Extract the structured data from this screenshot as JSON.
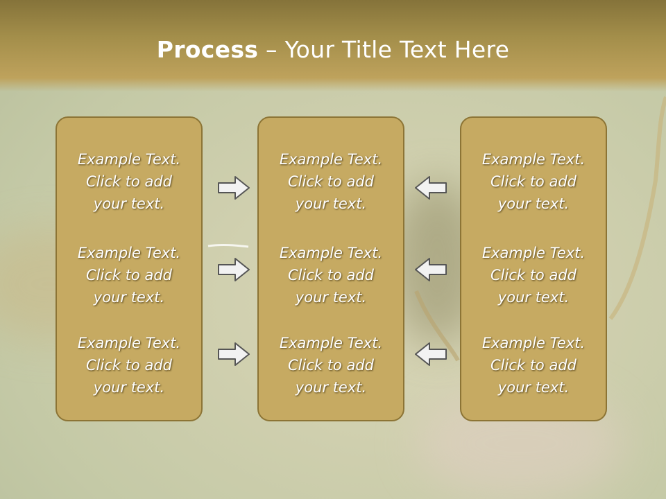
{
  "title": {
    "bold": "Process",
    "rest": " – Your Title Text Here"
  },
  "columns": [
    {
      "items": [
        "Example Text.\nClick  to add\nyour text.",
        "Example Text.\nClick  to add\nyour text.",
        "Example Text.\nClick  to add\nyour text."
      ]
    },
    {
      "items": [
        "Example Text.\nClick  to add\nyour text.",
        "Example Text.\nClick  to add\nyour text.",
        "Example Text.\nClick  to add\nyour text."
      ]
    },
    {
      "items": [
        "Example Text.\nClick  to add\nyour text.",
        "Example Text.\nClick  to add\nyour text.",
        "Example Text.\nClick  to add\nyour text."
      ]
    }
  ],
  "arrows": {
    "left_group": "right-arrow-icon",
    "right_group": "left-arrow-icon"
  },
  "colors": {
    "header": "#a38e4a",
    "box_fill": "#c6aa62",
    "box_border": "#8c7435",
    "arrow_fill": "#f2f2f2",
    "arrow_stroke": "#555555"
  }
}
